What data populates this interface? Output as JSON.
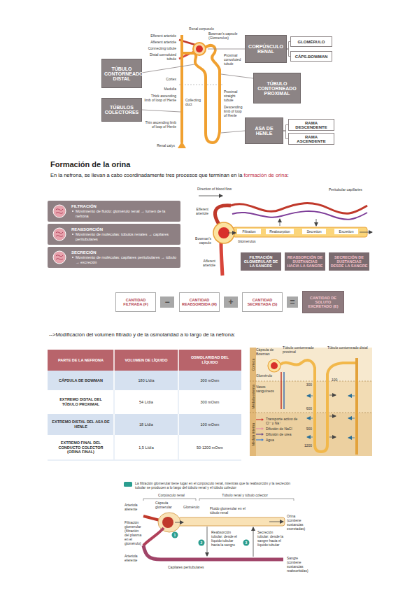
{
  "diagram": {
    "title": "Formación de la orina",
    "nodes": [
      {
        "text": [
          "CORPÚSCULO RENAL"
        ]
      },
      {
        "text": [
          "GLOMÉRULO"
        ]
      },
      {
        "text": [
          "CÁPS.BOWMAN"
        ]
      },
      {
        "text": [
          "TÚBULO CONTORNEADO DISTAL"
        ]
      },
      {
        "text": [
          "TÚBULO CONTORNEADO PROXIMAL"
        ]
      },
      {
        "text": [
          "TÚBULOS COLECTORES"
        ]
      },
      {
        "text": [
          "ASA DE HENLE"
        ]
      },
      {
        "text": [
          "RAMA DESCENDENTE"
        ]
      },
      {
        "text": [
          "RAMA ASCENDENTE"
        ]
      },
      {
        "text": [
          "FILTRACIÓN",
          "Movimiento de fluido: glomérulo renal → lumen de la nefrona"
        ]
      },
      {
        "text": [
          "REABSORCIÓN",
          "Movimiento de moléculas: túbulos renales → capilares peritubulares"
        ]
      },
      {
        "text": [
          "SECRECIÓN",
          "Movimiento de moléculas: capilares peritubulares → túbulo → excreción"
        ]
      },
      {
        "text": [
          "FILTRACIÓN GLOMERULAR DE LA SANGRE"
        ]
      },
      {
        "text": [
          "REABSORCIÓN DE SUSTANCIAS HACIA LA SANGRE"
        ]
      },
      {
        "text": [
          "SECRECIÓN DE SUSTANCIAS DESDE LA SANGRE"
        ]
      },
      {
        "text": [
          "CANTIDAD FILTRADA (F)"
        ]
      },
      {
        "text": [
          "−"
        ]
      },
      {
        "text": [
          "CANTIDAD REABSORBIDA (R)"
        ]
      },
      {
        "text": [
          "+"
        ]
      },
      {
        "text": [
          "CANTIDAD SECRETADA (S)"
        ]
      },
      {
        "text": [
          "="
        ]
      },
      {
        "text": [
          "CANTIDAD DE SOLUTO EXCRETADO (E)"
        ]
      }
    ],
    "edges": [
      {
        "from": 0,
        "to": 1,
        "arrow": "none"
      },
      {
        "from": 0,
        "to": 2,
        "arrow": "none"
      },
      {
        "from": 6,
        "to": 7,
        "arrow": "none"
      },
      {
        "from": 6,
        "to": 8,
        "arrow": "none"
      }
    ],
    "labels": [
      "Renal corpuscle",
      "Bowman's capsule (Glomerulus)",
      "Efferent arteriole",
      "Afferent arteriole",
      "Connecting tubule",
      "Distal convoluted tubule",
      "Cortex",
      "Medulla",
      "Thick ascending limb of loop of Henle",
      "Collecting duct",
      "Thin ascending limb of loop of Henle",
      "Renal calyx",
      "Proximal convoluted tubule",
      "Proximal straight tubule",
      "Descending limb of loop of Henle",
      "En la nefrona, se llevan a cabo coordinadamente tres procesos que terminan en la",
      "formación de orina",
      ":",
      "Direction of blood flow",
      "Peritubular capillaries",
      "Efferent arteriole",
      "Filtration",
      "Reabsorption",
      "Secretion",
      "Excretion",
      "Glomerulus",
      "Bowman's capsule",
      "Afferent arteriole",
      "-->Modificación del volumen filtrado y de la osmolaridad a lo largo de la nefrona:",
      "PARTE DE LA NEFRONA",
      "VOLUMEN DE LÍQUIDO",
      "OSMOLARIDAD DEL LÍQUIDO",
      "CÁPSULA DE BOWMAN",
      "180 L/día",
      "300 mOsm",
      "EXTREMO DISTAL DEL TÚBULO PROXIMAL",
      "54 L/día",
      "300 mOsm",
      "EXTREMO DISTAL DEL ASA DE HENLE",
      "18 L/día",
      "100 mOsm",
      "EXTREMO FINAL DEL CONDUCTO COLECTOR (ORINA FINAL)",
      "1,5 L/día",
      "50-1200 mOsm",
      "Cápsula de Bowman",
      "Túbulo contorneado proximal",
      "Túbulo contorneado distal",
      "Glomérulo",
      "Vasos sanguíneos",
      "Corteza",
      "Médula externa",
      "Médula interna",
      "300",
      "600",
      "900",
      "1200",
      "100",
      "La filtración glomerular tiene lugar en el corpúsculo renal, mientras que la reabsorción y la secreción tubular se producen a lo largo del túbulo renal y el túbulo colector",
      "Corpúsculo renal",
      "Túbulo renal y túbulo colector",
      "Arteriola aferente",
      "Cápsula glomerular",
      "Glomérulo",
      "Filtración glomerular (filtración del plasma en el glomérulo)",
      "Arteriola eferente",
      "Fluido glomerular en el túbulo renal",
      "Reabsorción tubular: desde el líquido tubular hacia la sangre",
      "Secreción tubular: desde la sangre hacia el líquido tubular",
      "Orina (contiene sustancias excretadas)",
      "Sangre (contiene sustancias reabsorbidas)",
      "Capilares peritubulares",
      "1",
      "2",
      "3"
    ],
    "legend": [
      {
        "text": "Transporte activo de Cl⁻ y Na⁺"
      },
      {
        "text": "Difusión de NaCl"
      },
      {
        "text": "Difusión de urea"
      },
      {
        "text": "Agua"
      }
    ]
  }
}
